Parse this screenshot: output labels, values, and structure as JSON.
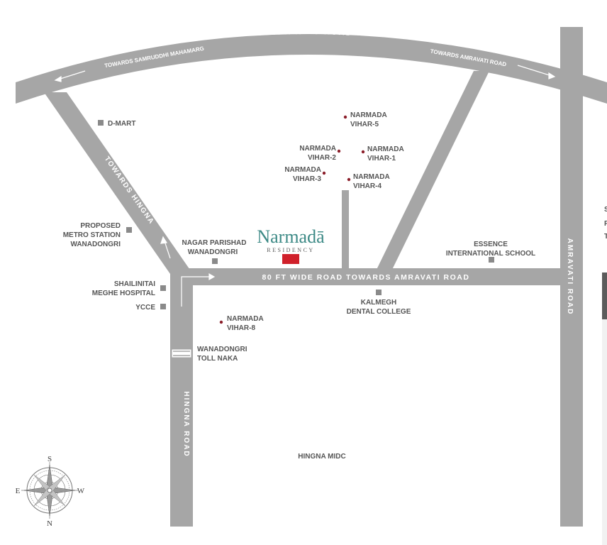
{
  "roads": {
    "outer_ring": "OUTER RING ROAD",
    "towards_samruddhi": "TOWARDS SAMRUDDHI MAHAMARG",
    "towards_amravati": "TOWARDS AMRAVATI ROAD",
    "towards_hingna": "TOWARDS HINGNA",
    "road_80ft": "80 FT WIDE ROAD TOWARDS AMRAVATI ROAD",
    "hingna_road": "HINGNA ROAD",
    "amravati_road": "AMRAVATI ROAD"
  },
  "project": {
    "name": "Narmadā",
    "sub": "RESIDENCY",
    "marker_color": "#d0202a",
    "brand_color": "#3d8a86"
  },
  "landmarks": {
    "dmart": "D-MART",
    "metro_1": "PROPOSED",
    "metro_2": "METRO STATION",
    "metro_3": "WANADONGRI",
    "nagar_1": "NAGAR PARISHAD",
    "nagar_2": "WANADONGRI",
    "hospital_1": "SHAILINITAI",
    "hospital_2": "MEGHE HOSPITAL",
    "ycce": "YCCE",
    "toll_1": "WANADONGRI",
    "toll_2": "TOLL NAKA",
    "kalmegh_1": "KALMEGH",
    "kalmegh_2": "DENTAL COLLEGE",
    "essence_1": "ESSENCE",
    "essence_2": "INTERNATIONAL SCHOOL",
    "midc": "HINGNA MIDC"
  },
  "vihars": {
    "v5": [
      "NARMADA",
      "VIHAR-5"
    ],
    "v2": [
      "NARMADA",
      "VIHAR-2"
    ],
    "v1": [
      "NARMADA",
      "VIHAR-1"
    ],
    "v3": [
      "NARMADA",
      "VIHAR-3"
    ],
    "v4": [
      "NARMADA",
      "VIHAR-4"
    ],
    "v8": [
      "NARMADA",
      "VIHAR-8"
    ]
  },
  "compass": {
    "n": "N",
    "s": "S",
    "e": "E",
    "w": "W"
  },
  "edge_text": {
    "a": "S",
    "b": "F",
    "c": "T"
  },
  "colors": {
    "road": "#a6a6a6",
    "label": "#555555",
    "dot": "#8b1e2a"
  }
}
